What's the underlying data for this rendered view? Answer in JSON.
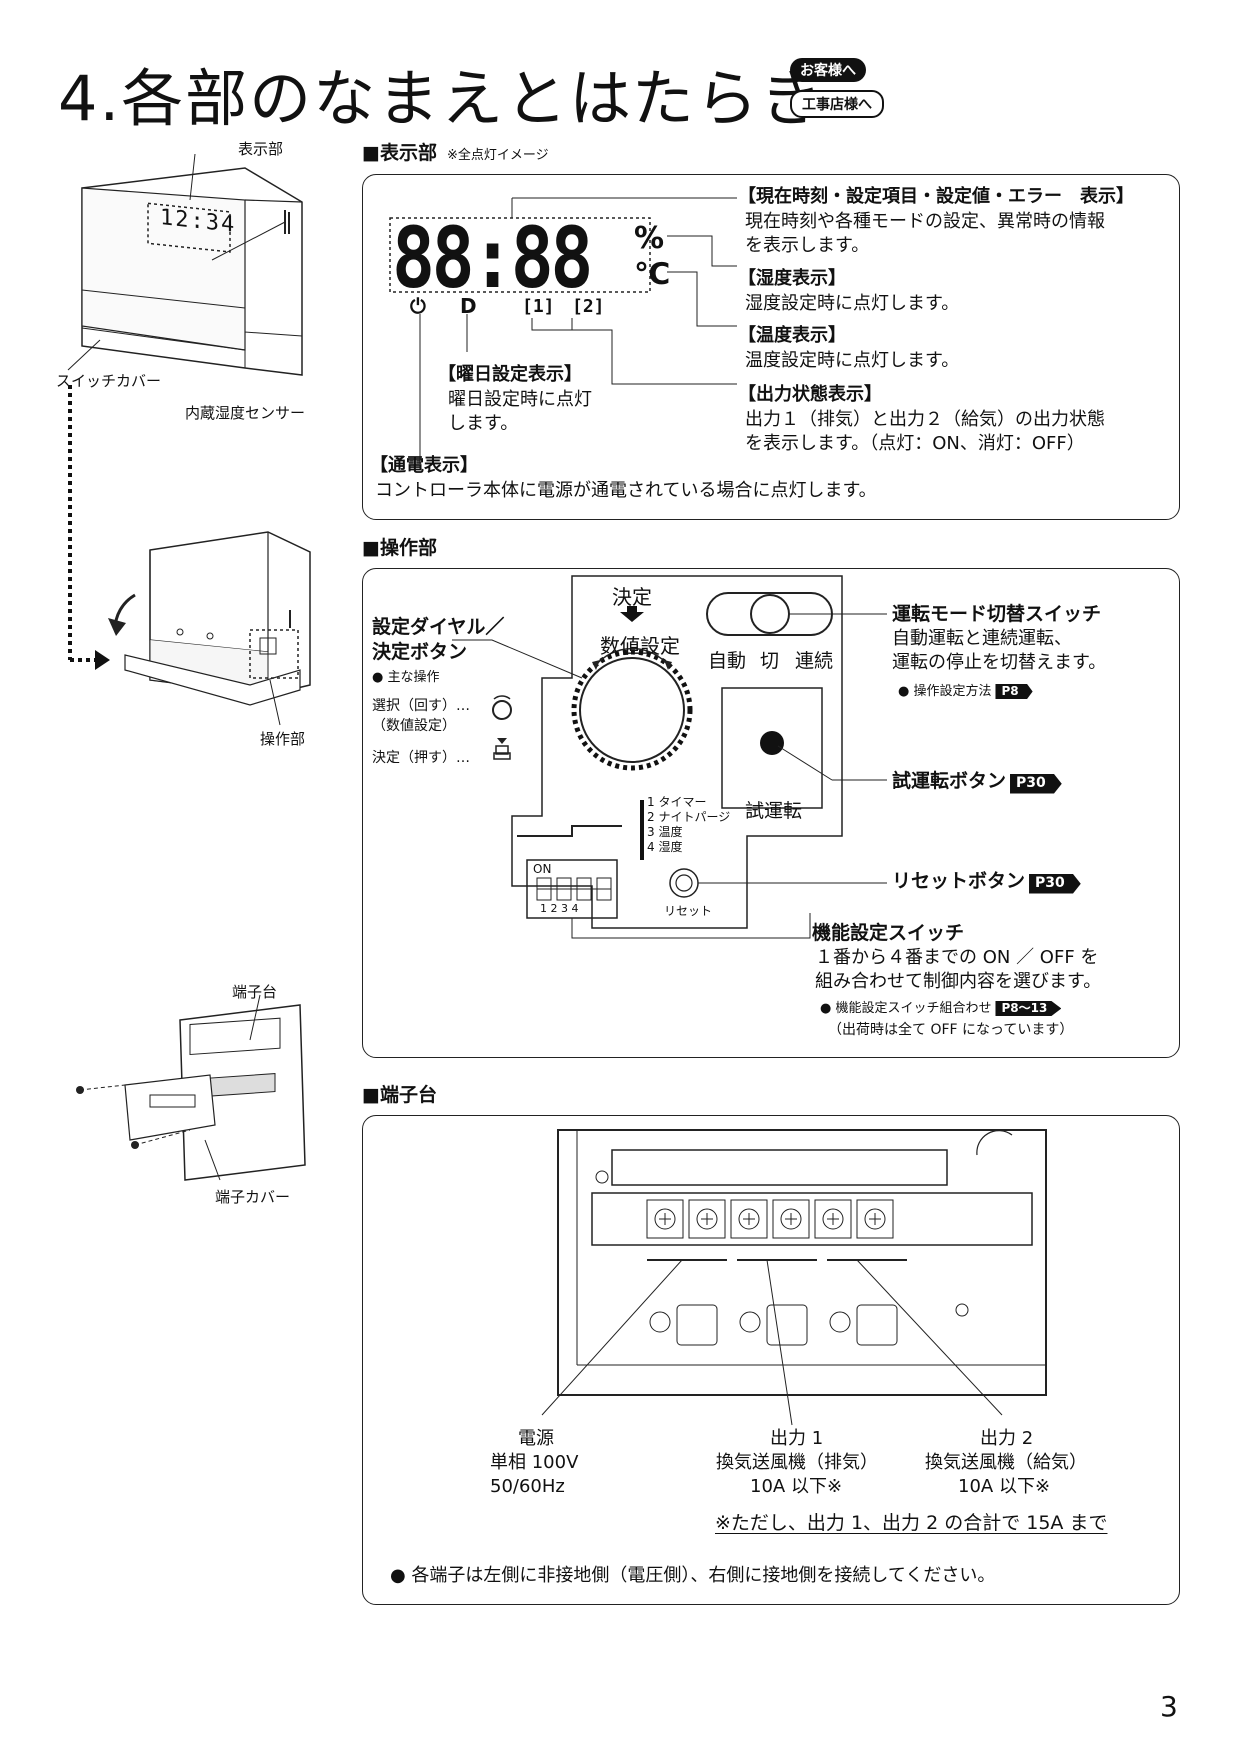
{
  "header": {
    "title": "4.各部のなまえとはたらき",
    "badge_customer": "お客様へ",
    "badge_installer": "工事店様へ"
  },
  "left_illustrations": {
    "display_label": "表示部",
    "clock_readout": "12:34",
    "switch_cover": "スイッチカバー",
    "humidity_sensor": "内蔵湿度センサー",
    "control_label": "操作部",
    "terminal_label": "端子台",
    "terminal_cover": "端子カバー"
  },
  "display_section": {
    "heading": "■表示部",
    "note": "※全点灯イメージ",
    "segments": "88:88",
    "unit_percent": "%",
    "unit_celsius": "℃",
    "icon_power": "⏻",
    "icon_day": "D",
    "icon_out1": "[1]",
    "icon_out2": "[2]",
    "current_title": "【現在時刻・設定項目・設定値・エラー　表示】",
    "current_line1": "現在時刻や各種モードの設定、異常時の情報",
    "current_line2": "を表示します。",
    "humid_title": "【湿度表示】",
    "humid_desc": "湿度設定時に点灯します。",
    "temp_title": "【温度表示】",
    "temp_desc": "温度設定時に点灯します。",
    "day_title": "【曜日設定表示】",
    "day_line1": "曜日設定時に点灯",
    "day_line2": "します。",
    "output_title": "【出力状態表示】",
    "output_line1": "出力１（排気）と出力２（給気）の出力状態",
    "output_line2": "を表示します。（点灯：ON、消灯：OFF）",
    "power_title": "【通電表示】",
    "power_desc": "コントローラ本体に電源が通電されている場合に点灯します。"
  },
  "control_section": {
    "heading": "■操作部",
    "dial_title1": "設定ダイヤル／",
    "dial_title2": "決定ボタン",
    "main_ops": "● 主な操作",
    "op_select1": "選択（回す）…",
    "op_select2": "（数値設定）",
    "op_decide": "決定（押す）…",
    "decide_label": "決定",
    "numeric_label": "数値設定",
    "mode_auto": "自動",
    "mode_off": "切",
    "mode_cont": "連続",
    "test_run_label": "試運転",
    "func_list": [
      "1 タイマー",
      "2 ナイトパージ",
      "3 温度",
      "4 湿度"
    ],
    "dip_on": "ON",
    "dip_nums": "1  2  3  4",
    "reset_label": "リセット",
    "mode_switch_title": "運転モード切替スイッチ",
    "mode_switch_line1": "自動運転と連続運転、",
    "mode_switch_line2": "運転の停止を切替えます。",
    "mode_switch_ref_text": "● 操作設定方法",
    "mode_switch_ref": "P8",
    "test_button_title": "試運転ボタン",
    "test_button_ref": "P30",
    "reset_button_title": "リセットボタン",
    "reset_button_ref": "P30",
    "func_switch_title": "機能設定スイッチ",
    "func_switch_line1": "１番から４番までの ON ／ OFF を",
    "func_switch_line2": "組み合わせて制御内容を選びます。",
    "func_switch_ref_text": "● 機能設定スイッチ組合わせ",
    "func_switch_ref": "P8～13",
    "func_switch_note": "（出荷時は全て OFF になっています）"
  },
  "terminal_section": {
    "heading": "■端子台",
    "power_l1": "電源",
    "power_l2": "単相 100V",
    "power_l3": "50/60Hz",
    "out1_l1": "出力 1",
    "out1_l2": "換気送風機（排気）",
    "out1_l3": "10A 以下※",
    "out2_l1": "出力 2",
    "out2_l2": "換気送風機（給気）",
    "out2_l3": "10A 以下※",
    "total_note": "※ただし、出力 1、出力 2 の合計で 15A まで",
    "wiring_note": "● 各端子は左側に非接地側（電圧側）、右側に接地側を接続してください。"
  },
  "page_number": "3"
}
